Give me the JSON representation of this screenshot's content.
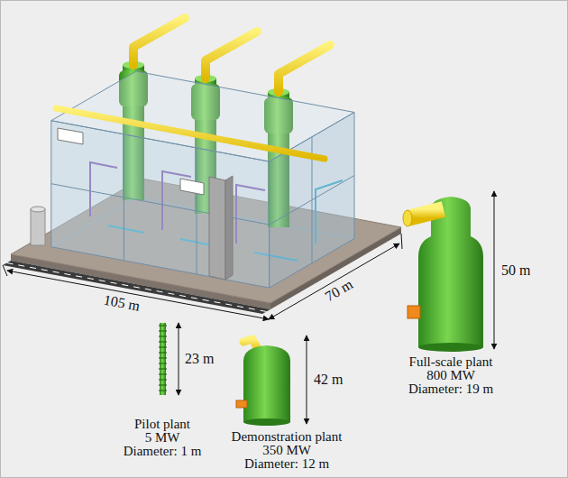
{
  "diagram": {
    "labels": [
      "105 m",
      "70 m",
      "23 m",
      "Pilot plant",
      "5 MW",
      "Diameter: 1 m",
      "42 m",
      "Demonstration plant",
      "350 MW",
      "Diameter: 12 m",
      "50 m",
      "Full-scale plant",
      "800 MW",
      "Diameter: 19 m"
    ]
  }
}
